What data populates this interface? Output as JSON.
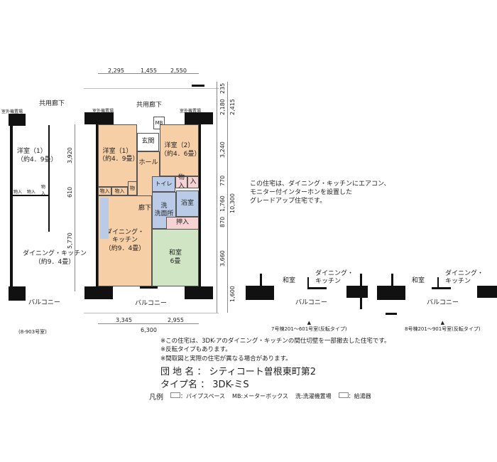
{
  "left_plan": {
    "corridor": "共用廊下",
    "outdoor_unit": "室外機置場",
    "room1": "洋室（1）",
    "room1_size": "（約4．9畳）",
    "storage": "物入",
    "storage2": "物入",
    "storage3": "物入",
    "dk": "ダイニング・キッチン",
    "dk_size": "（約9．4畳）",
    "balcony": "バルコニー",
    "caption": "(8-903号室)",
    "dims": [
      "3,920",
      "610",
      "5,770"
    ]
  },
  "main_plan": {
    "corridor": "共用廊下",
    "outdoor_unit_left": "室外機置場",
    "outdoor_unit_right": "室外機置場",
    "mb": "MB",
    "entrance": "玄関",
    "hall": "ホール",
    "room1": "洋室（1）",
    "room1_size": "（約4．9畳）",
    "room2": "洋室（2）",
    "room2_size": "（約4．6畳）",
    "toilet": "トイレ",
    "storage_a": "物入",
    "storage_b": "物入",
    "storage_c": "物入",
    "storage_d": "物",
    "storage_e": "入",
    "hallway": "廊下",
    "washer": "洗",
    "washroom": "洗面所",
    "bath": "浴室",
    "closet": "押入",
    "dk": "ダイニング・キッチン",
    "dk_size": "（約9．4畳）",
    "washitsu": "和室",
    "washitsu_size": "6畳",
    "balcony": "バルコニー",
    "dims_top": [
      "2,295",
      "1,455",
      "2,550"
    ],
    "dims_right": [
      "235",
      "2,180",
      "2,415",
      "3,240",
      "770",
      "1,760",
      "10,300",
      "870",
      "3,660",
      "1,600"
    ],
    "dims_bottom": [
      "3,345",
      "2,955",
      "6,300"
    ]
  },
  "note": [
    "この住宅は、ダイニング・キッチンにエアコン、",
    "モニター付インターホンを設置した",
    "グレードアップ住宅です。"
  ],
  "variant1": {
    "washitsu": "和室",
    "dk": "ダイニング・キッチン",
    "balcony": "バルコニー",
    "caption": "7号棟201～601号室(反転タイプ)"
  },
  "variant2": {
    "washitsu": "和室",
    "dk": "ダイニング・キッチン",
    "balcony": "バルコニー",
    "caption": "8号棟201～901号室(反転タイプ)"
  },
  "remarks": [
    "※この住宅は、3DK-アのダイニング・キッチンの間仕切壁を一部撤去した住宅です。",
    "※反転タイプもあります。",
    "※間取図と実際の住宅が異なる場合があります。"
  ],
  "estate_label": "団 地 名 ：",
  "estate_name": "シティコート曽根東町第2",
  "type_label": "タイプ名 ：",
  "type_name": "3DK-ミS",
  "legend": {
    "title": "凡例",
    "pipe": "：パイプスペース",
    "mb": "MB:メーターボックス",
    "washer": "洗:洗濯機置場",
    "heater": "：給湯器"
  }
}
